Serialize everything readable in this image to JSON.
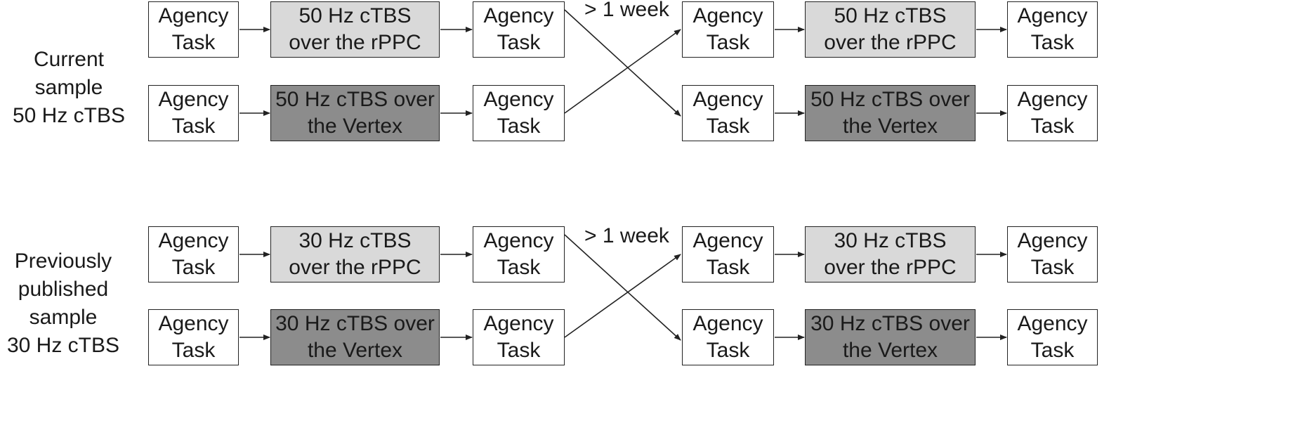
{
  "groups": [
    {
      "label": "Current sample\n50 Hz cTBS",
      "gap_label": "> 1 week",
      "rows": [
        [
          "Agency\nTask",
          "50 Hz cTBS\nover the rPPC",
          "Agency\nTask",
          "Agency\nTask",
          "50 Hz cTBS\nover the rPPC",
          "Agency\nTask"
        ],
        [
          "Agency\nTask",
          "50 Hz cTBS over\nthe Vertex",
          "Agency\nTask",
          "Agency\nTask",
          "50 Hz cTBS over\nthe Vertex",
          "Agency\nTask"
        ]
      ]
    },
    {
      "label": "Previously\npublished\nsample\n30 Hz cTBS",
      "gap_label": "> 1 week",
      "rows": [
        [
          "Agency\nTask",
          "30 Hz cTBS\nover the rPPC",
          "Agency\nTask",
          "Agency\nTask",
          "30 Hz cTBS\nover the rPPC",
          "Agency\nTask"
        ],
        [
          "Agency\nTask",
          "30 Hz cTBS over\nthe Vertex",
          "Agency\nTask",
          "Agency\nTask",
          "30 Hz cTBS over\nthe Vertex",
          "Agency\nTask"
        ]
      ]
    }
  ],
  "colors": {
    "task_fill": "#ffffff",
    "rppc_fill": "#d9d9d9",
    "vertex_fill": "#8c8c8c",
    "stroke": "#222222"
  }
}
